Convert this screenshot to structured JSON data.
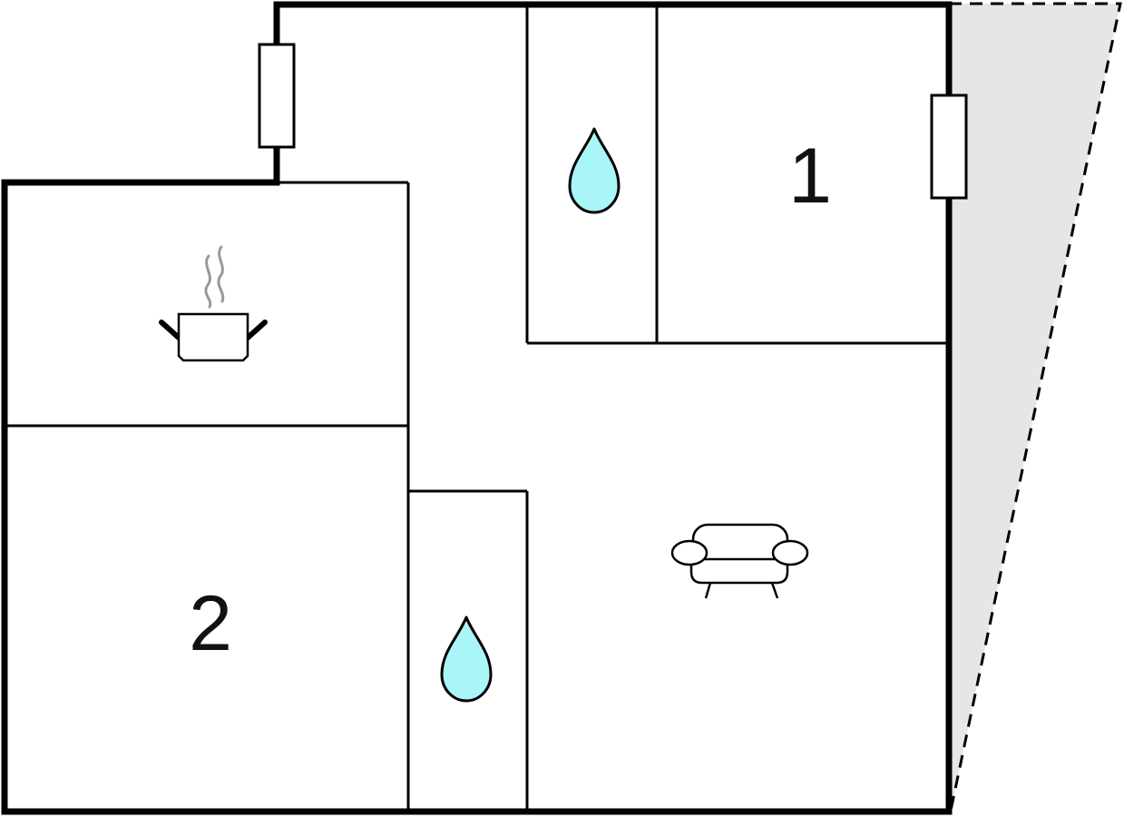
{
  "rooms": {
    "bedroom_1": {
      "label": "1"
    },
    "bedroom_2": {
      "label": "2"
    },
    "bathroom_upper": {
      "icon": "water-drop-icon"
    },
    "bathroom_lower": {
      "icon": "water-drop-icon"
    },
    "kitchen": {
      "icon": "cooking-pot-icon"
    },
    "living_room": {
      "icon": "sofa-icon"
    }
  },
  "elements": {
    "terrace": {
      "pattern": "dashed-outline"
    },
    "doors": [
      "entrance-door",
      "terrace-door"
    ]
  },
  "colors": {
    "wall": "#000000",
    "water_fill": "#aaf5f8",
    "terrace_fill": "#e6e6e6",
    "steam": "#999999"
  }
}
